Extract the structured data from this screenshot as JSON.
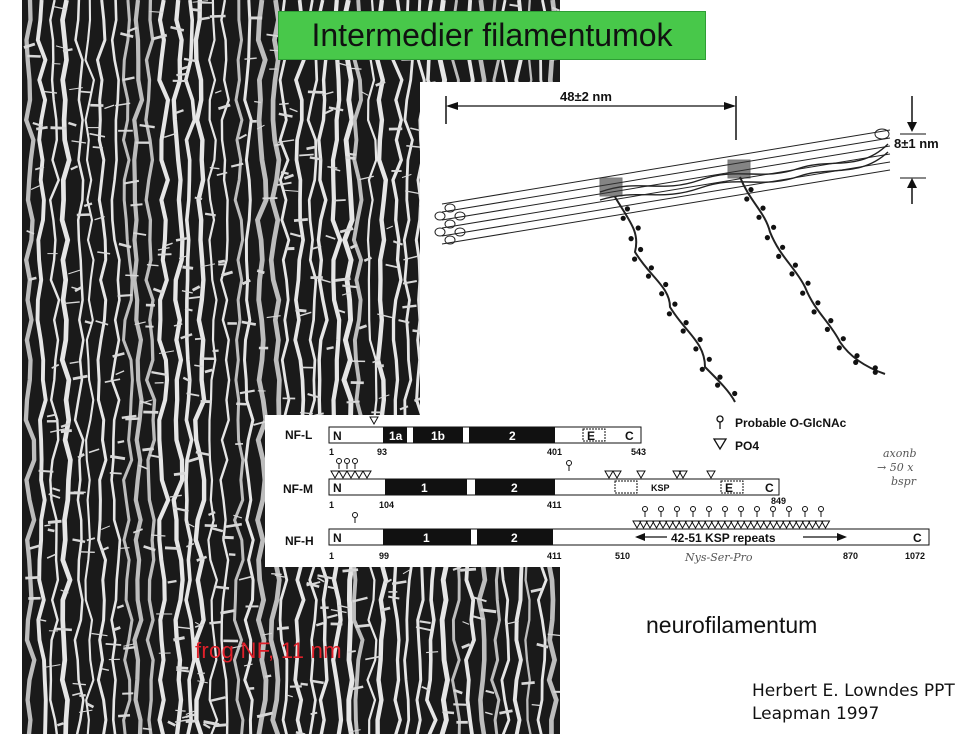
{
  "title": "Intermedier filamentumok",
  "micrograph_label": "frog NF, 11 nm",
  "filament_diagram": {
    "length_label": "48±2 nm",
    "diameter_label": "8±1 nm"
  },
  "domain_map": {
    "legend_glycosylation": "Probable O-GlcNAc",
    "legend_phosphate": "PO4",
    "rows": [
      {
        "name": "NF-L",
        "start": "1",
        "rod_start": "93",
        "rod_end": "401",
        "end": "543",
        "segments": [
          "N",
          "1a",
          "1b",
          "2",
          "E",
          "C"
        ]
      },
      {
        "name": "NF-M",
        "start": "1",
        "rod_start": "104",
        "rod_end": "411",
        "end": "849",
        "segments": [
          "N",
          "1",
          "2",
          "KSP",
          "E",
          "C"
        ]
      },
      {
        "name": "NF-H",
        "start": "1",
        "rod_start": "99",
        "rod_end": "411",
        "ksp_start": "510",
        "ksp_end": "870",
        "end": "1072",
        "segments": [
          "N",
          "1",
          "2",
          "42-51 KSP repeats",
          "C"
        ]
      }
    ],
    "handwritten_notes": [
      "axonb",
      "→ 50 x",
      "bspr",
      "Nys-Ser-Pro"
    ]
  },
  "caption": "neurofilamentum",
  "credit_line1": "Herbert E. Lowndes PPT",
  "credit_line2": "Leapman 1997"
}
